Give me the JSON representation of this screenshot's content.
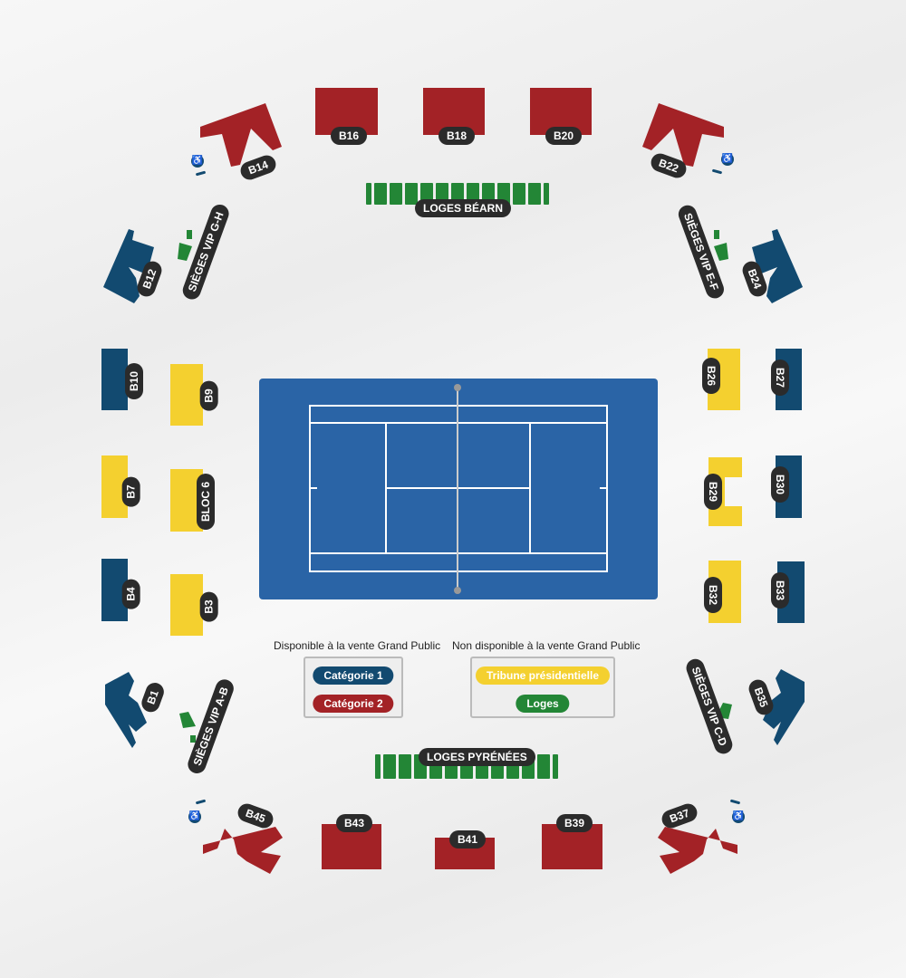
{
  "sections": {
    "b16": "B16",
    "b18": "B18",
    "b20": "B20",
    "b14": "B14",
    "b22": "B22",
    "b12": "B12",
    "b24": "B24",
    "vip_gh": "SIÈGES VIP G-H",
    "vip_ef": "SIÈGES VIP E-F",
    "vip_ab": "SIÈGES VIP A-B",
    "vip_cd": "SIÈGES VIP C-D",
    "loges_bearn": "LOGES BÉARN",
    "loges_pyrenees": "LOGES PYRÉNÉES",
    "b10": "B10",
    "b9": "B9",
    "b7": "B7",
    "bloc6": "BLOC 6",
    "b4": "B4",
    "b3": "B3",
    "b26": "B26",
    "b27": "B27",
    "b29": "B29",
    "b30": "B30",
    "b32": "B32",
    "b33": "B33",
    "b1": "B1",
    "b35": "B35",
    "b45": "B45",
    "b43": "B43",
    "b41": "B41",
    "b39": "B39",
    "b37": "B37"
  },
  "legend": {
    "available_title": "Disponible à la vente Grand Public",
    "unavailable_title": "Non disponible à la vente Grand Public",
    "cat1": "Catégorie 1",
    "cat2": "Catégorie 2",
    "tribune": "Tribune présidentielle",
    "loges": "Loges"
  },
  "colors": {
    "cat1": "#124a70",
    "cat2": "#a32226",
    "tribune": "#f4d02f",
    "loges": "#238636",
    "court": "#2a64a6"
  },
  "icons": {
    "accessibility": "wheelchair-icon"
  }
}
